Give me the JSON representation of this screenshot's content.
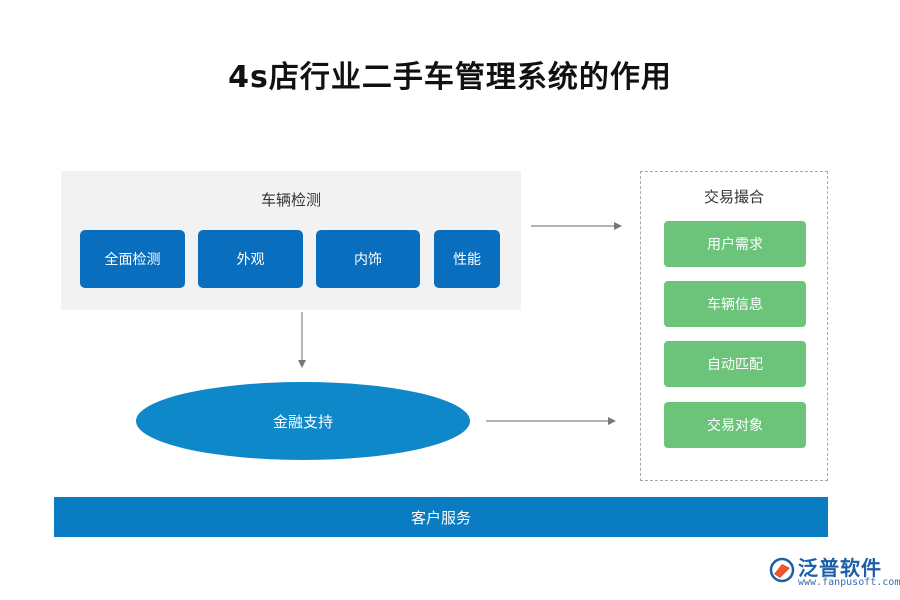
{
  "title": "4s店行业二手车管理系统的作用",
  "inspection": {
    "label": "车辆检测",
    "items": [
      "全面检测",
      "外观",
      "内饰",
      "性能"
    ]
  },
  "finance": {
    "label": "金融支持"
  },
  "matching": {
    "label": "交易撮合",
    "items": [
      "用户需求",
      "车辆信息",
      "自动匹配",
      "交易对象"
    ]
  },
  "service": {
    "label": "客户服务"
  },
  "logo": {
    "name": "泛普软件",
    "url": "www.fanpusoft.com",
    "icon": "fanpu-logo-icon"
  },
  "colors": {
    "blue_box": "#0a6ebf",
    "ellipse": "#0f88c9",
    "green_box": "#6cc47b",
    "bar": "#0a7cc2"
  }
}
